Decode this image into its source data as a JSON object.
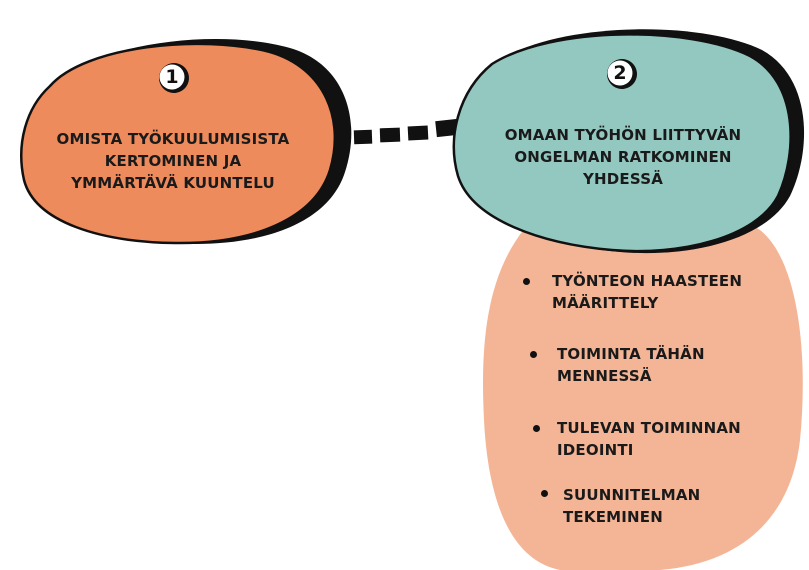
{
  "colors": {
    "step1_fill": "#ee8b5d",
    "step2_fill": "#93c8c0",
    "list_fill": "#f4b596",
    "outline": "#111111"
  },
  "step1": {
    "number": "1",
    "lines": [
      "OMISTA TYÖKUULUMISISTA",
      "KERTOMINEN JA",
      "YMMÄRTÄVÄ KUUNTELU"
    ]
  },
  "step2": {
    "number": "2",
    "lines": [
      "OMAAN TYÖHÖN LIITTYVÄN",
      "ONGELMAN RATKOMINEN",
      "YHDESSÄ"
    ]
  },
  "list": {
    "items": [
      {
        "lines": [
          "TYÖNTEON HAASTEEN",
          "MÄÄRITTELY"
        ]
      },
      {
        "lines": [
          "TOIMINTA TÄHÄN",
          "MENNESSÄ"
        ]
      },
      {
        "lines": [
          "TULEVAN TOIMINNAN",
          "IDEOINTI"
        ]
      },
      {
        "lines": [
          "SUUNNITELMAN",
          "TEKEMINEN"
        ]
      }
    ]
  }
}
